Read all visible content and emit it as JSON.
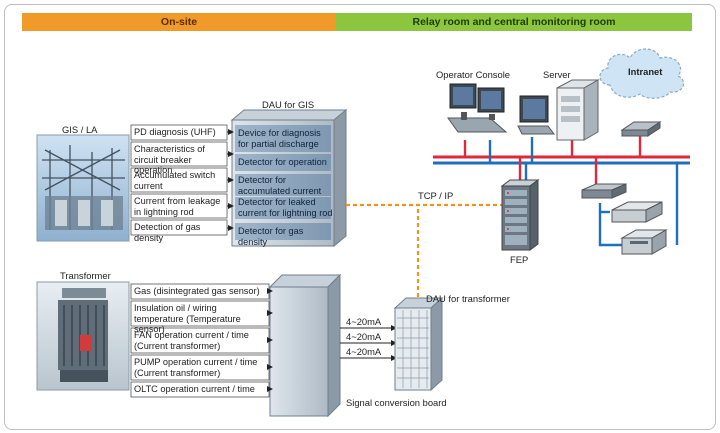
{
  "header": {
    "onsite": "On-site",
    "relay": "Relay room and central monitoring room"
  },
  "gis": {
    "title": "GIS / LA",
    "inputs": [
      "PD diagnosis (UHF)",
      "Characteristics of circuit breaker operation",
      "Accumulated switch current",
      "Current from leakage in lightning rod",
      "Detection of gas density"
    ]
  },
  "dau_gis": {
    "title": "DAU for GIS",
    "cells": [
      "Device for diagnosis for partial discharge",
      "Detector for operation",
      "Detector for accumulated current",
      "Detector for leaked current for lightning rod",
      "Detector for gas density"
    ]
  },
  "transformer": {
    "title": "Transformer",
    "inputs": [
      "Gas (disintegrated gas sensor)",
      "Insulation oil  / wiring temperature (Temperature sensor)",
      "FAN operation current / time (Current transformer)",
      "PUMP operation current / time (Current transformer)",
      "OLTC operation current / time"
    ]
  },
  "signal_board": {
    "title": "Signal conversion board",
    "links": [
      "4~20mA",
      "4~20mA",
      "4~20mA"
    ]
  },
  "dau_transformer": {
    "title": "DAU for transformer"
  },
  "network": {
    "tcp_ip": "TCP / IP",
    "operator_console": "Operator Console",
    "server": "Server",
    "intranet": "Intranet",
    "fep": "FEP"
  },
  "colors": {
    "onsite": "#f09a2a",
    "relay": "#8cc63f",
    "red_bus": "#e0283a",
    "blue_bus": "#1f6fc0",
    "tcp_link": "#f29320"
  }
}
